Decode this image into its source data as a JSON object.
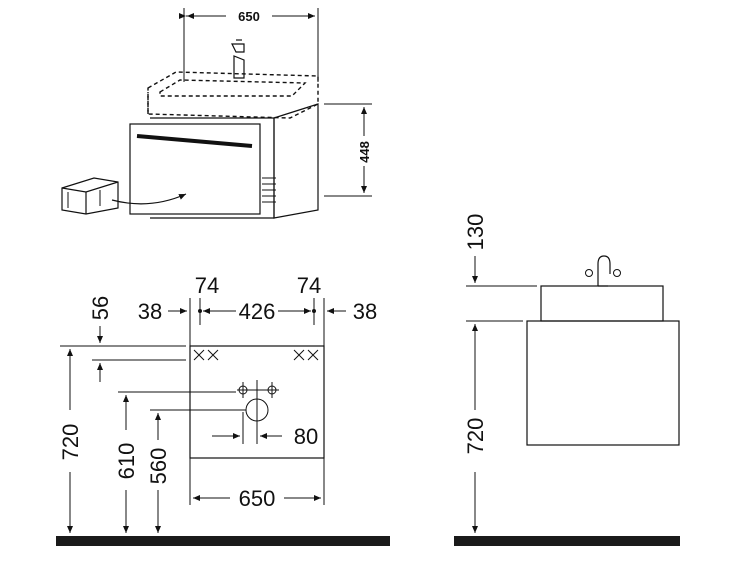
{
  "top_view": {
    "width_label": "650",
    "height_label": "448"
  },
  "front_view": {
    "dim_74_left": "74",
    "dim_74_right": "74",
    "dim_38_left": "38",
    "dim_426": "426",
    "dim_38_right": "38",
    "dim_56": "56",
    "dim_720": "720",
    "dim_610": "610",
    "dim_560": "560",
    "dim_80": "80",
    "dim_650": "650"
  },
  "side_view": {
    "dim_130": "130",
    "dim_720": "720"
  }
}
